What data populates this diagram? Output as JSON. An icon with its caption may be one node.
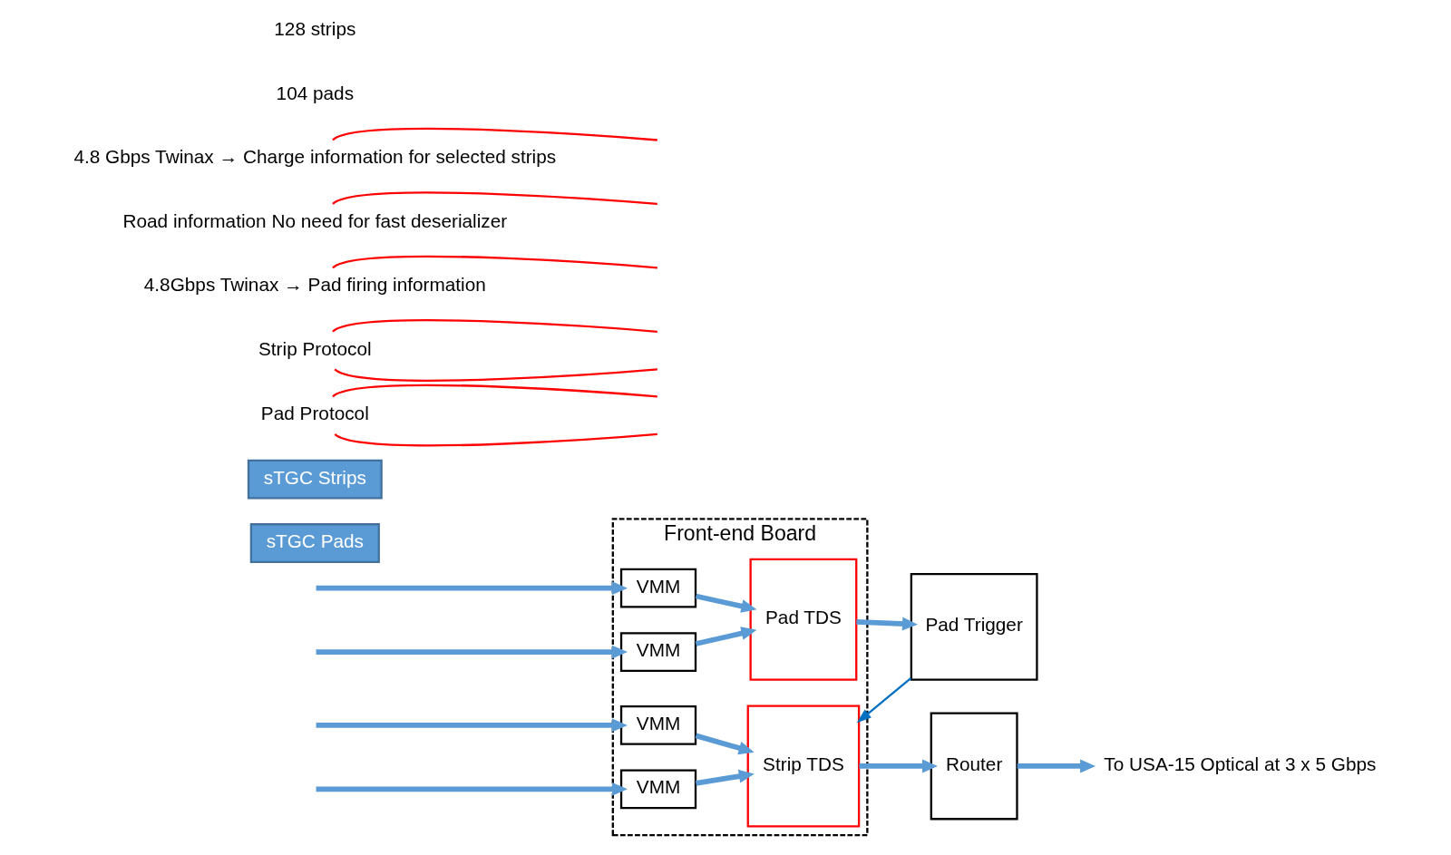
{
  "diagram": {
    "nodes": [
      {
        "text": [
          "Front-end Board"
        ]
      },
      {
        "text": [
          "VMM"
        ],
        "in": 0
      },
      {
        "text": [
          "VMM"
        ],
        "in": 0
      },
      {
        "text": [
          "Pad TDS"
        ],
        "in": 0
      },
      {
        "text": [
          "VMM"
        ],
        "in": 0
      },
      {
        "text": [
          "VMM"
        ],
        "in": 0
      },
      {
        "text": [
          "Strip TDS"
        ],
        "in": 0
      },
      {
        "text": [
          "sTGC Pads"
        ]
      },
      {
        "text": [
          "sTGC Strips"
        ]
      },
      {
        "text": [
          "Pad Trigger"
        ]
      },
      {
        "text": [
          "Router"
        ]
      },
      {
        "text": [
          "Pad Protocol"
        ]
      },
      {
        "text": [
          "Strip Protocol"
        ]
      },
      {
        "text": [
          "4.8Gbps Twinax → Pad firing information"
        ]
      },
      {
        "text": [
          "Road information No need for fast deserializer"
        ]
      },
      {
        "text": [
          "4.8 Gbps Twinax → Charge information for selected strips"
        ]
      },
      {
        "text": [
          "To USA-15 Optical at 3 x 5 Gbps"
        ]
      }
    ],
    "edges": [
      {
        "from": null,
        "to": 1,
        "arrow": "to"
      },
      {
        "from": null,
        "to": 2,
        "arrow": "to"
      },
      {
        "from": 1,
        "to": 3,
        "arrow": "to"
      },
      {
        "from": 2,
        "to": 3,
        "arrow": "to"
      },
      {
        "from": 3,
        "to": 9,
        "arrow": "to"
      },
      {
        "from": 9,
        "to": 6,
        "arrow": "to",
        "color": "#0070c0"
      },
      {
        "from": null,
        "to": 4,
        "arrow": "to"
      },
      {
        "from": null,
        "to": 5,
        "arrow": "to"
      },
      {
        "from": 4,
        "to": 6,
        "arrow": "to"
      },
      {
        "from": 5,
        "to": 6,
        "arrow": "to"
      },
      {
        "from": 6,
        "to": 10,
        "arrow": "to"
      },
      {
        "from": 10,
        "to": 16,
        "arrow": "to"
      },
      {
        "from": 11,
        "to": null,
        "arrow": "none",
        "color": "#ff0000"
      },
      {
        "from": 11,
        "to": null,
        "arrow": "none",
        "color": "#ff0000"
      },
      {
        "from": 12,
        "to": null,
        "arrow": "none",
        "color": "#ff0000"
      },
      {
        "from": 12,
        "to": null,
        "arrow": "none",
        "color": "#ff0000"
      },
      {
        "from": 13,
        "to": null,
        "arrow": "none",
        "color": "#ff0000"
      },
      {
        "from": 14,
        "to": null,
        "arrow": "none",
        "color": "#ff0000"
      },
      {
        "from": 15,
        "to": null,
        "arrow": "none",
        "color": "#ff0000"
      }
    ],
    "labels": [
      "104 pads",
      "128 strips"
    ]
  }
}
